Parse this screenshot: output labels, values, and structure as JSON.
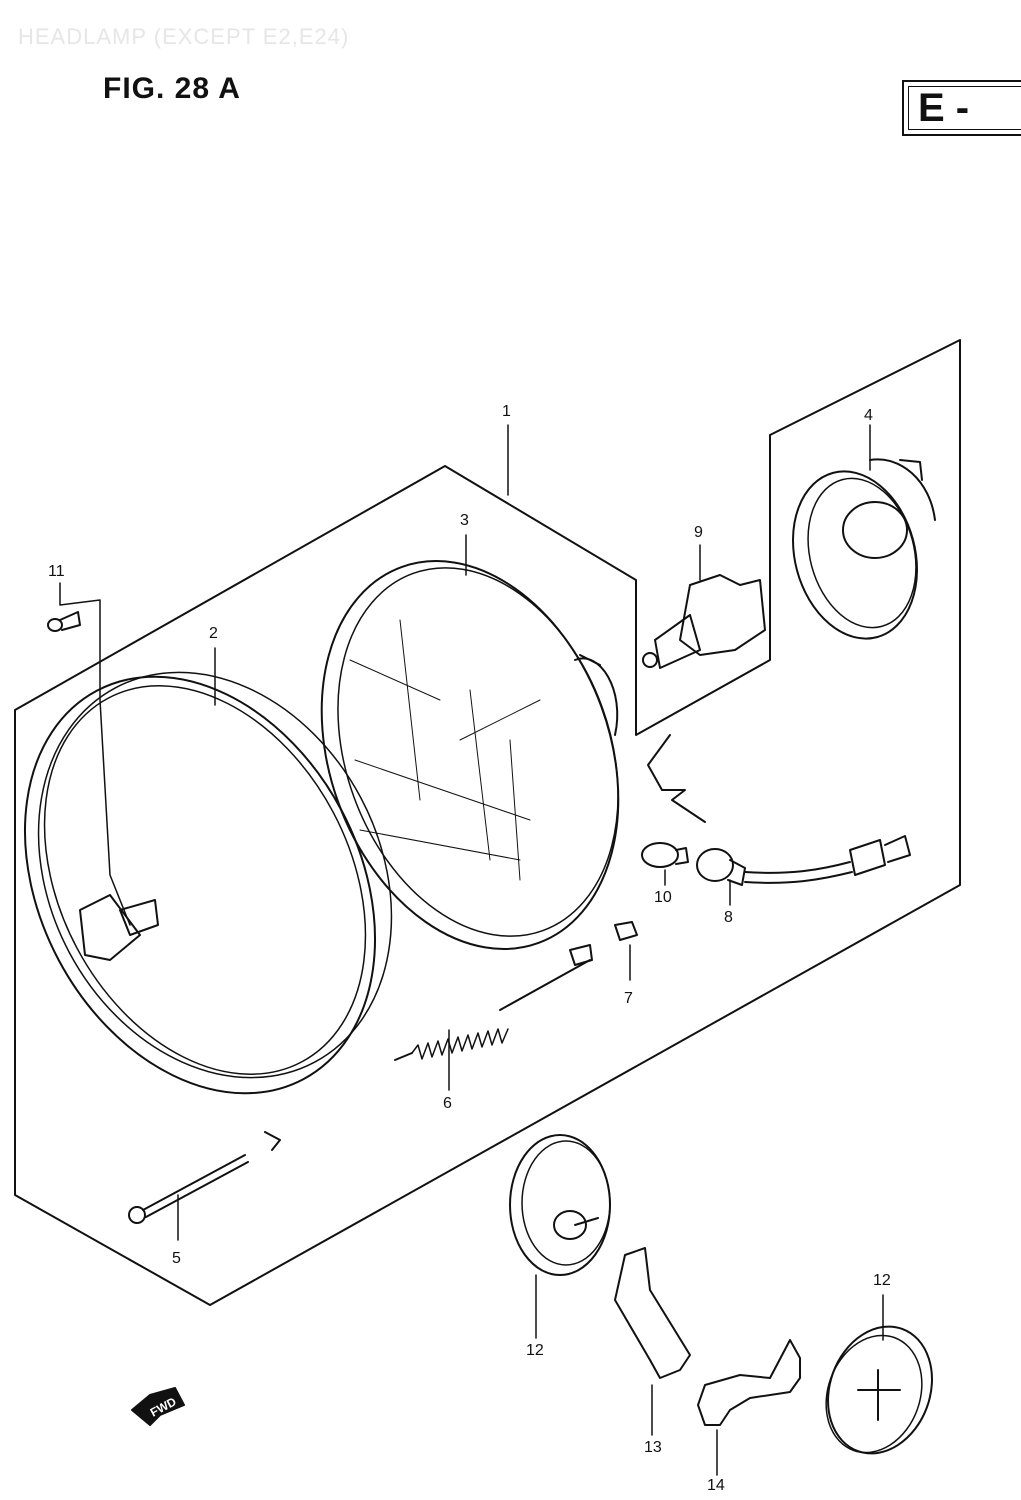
{
  "header": {
    "section_title": "HEADLAMP (EXCEPT E2,E24)"
  },
  "figure": {
    "title": "FIG. 28 A"
  },
  "region_code": "E -",
  "callouts": [
    {
      "number": "1"
    },
    {
      "number": "2"
    },
    {
      "number": "3"
    },
    {
      "number": "4"
    },
    {
      "number": "5"
    },
    {
      "number": "6"
    },
    {
      "number": "7"
    },
    {
      "number": "8"
    },
    {
      "number": "9"
    },
    {
      "number": "10"
    },
    {
      "number": "11"
    },
    {
      "number": "12"
    },
    {
      "number": "12"
    },
    {
      "number": "13"
    },
    {
      "number": "14"
    }
  ],
  "direction_marker": {
    "label": "FWD"
  },
  "colors": {
    "ink": "#111111",
    "paper": "#ffffff"
  }
}
